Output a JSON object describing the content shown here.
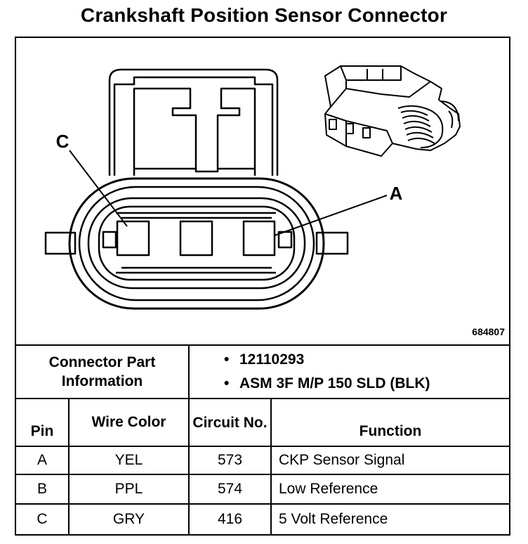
{
  "title": "Crankshaft Position Sensor Connector",
  "figure_number": "684807",
  "labels": {
    "pin_c": "C",
    "pin_a": "A"
  },
  "part_info": {
    "label": "Connector Part Information",
    "items": [
      "12110293",
      "ASM 3F M/P 150 SLD (BLK)"
    ]
  },
  "table": {
    "headers": {
      "pin": "Pin",
      "wire_color": "Wire Color",
      "circuit": "Circuit No.",
      "function": "Function"
    },
    "rows": [
      {
        "pin": "A",
        "wire_color": "YEL",
        "circuit": "573",
        "function": "CKP Sensor Signal"
      },
      {
        "pin": "B",
        "wire_color": "PPL",
        "circuit": "574",
        "function": "Low Reference"
      },
      {
        "pin": "C",
        "wire_color": "GRY",
        "circuit": "416",
        "function": "5 Volt Reference"
      }
    ]
  }
}
